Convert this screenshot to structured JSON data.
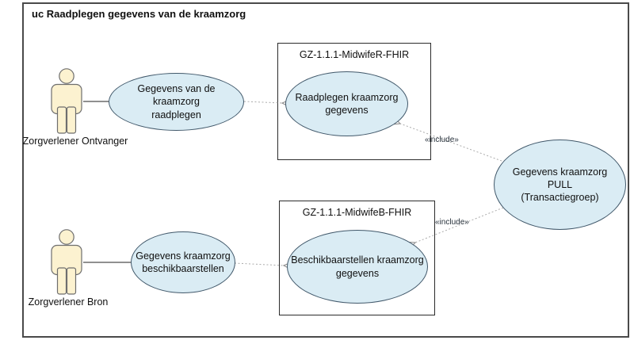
{
  "frame": {
    "title": "uc Raadplegen gegevens van de kraamzorg"
  },
  "actors": {
    "ontvanger": {
      "label": "Zorgverlener Ontvanger"
    },
    "bron": {
      "label": "Zorgverlener Bron"
    }
  },
  "systems": {
    "midwifer": {
      "title": "GZ-1.1.1-MidwifeR-FHIR"
    },
    "midwifeb": {
      "title": "GZ-1.1.1-MidwifeB-FHIR"
    }
  },
  "usecases": {
    "raadplegen_trigger": {
      "lines": [
        "Gegevens van de",
        "kraamzorg",
        "raadplegen"
      ]
    },
    "raadplegen": {
      "lines": [
        "Raadplegen kraamzorg",
        "gegevens"
      ]
    },
    "pull": {
      "lines": [
        "Gegevens kraamzorg",
        "PULL",
        "(Transactiegroep)"
      ]
    },
    "beschikbaarstellen_trigger": {
      "lines": [
        "Gegevens kraamzorg",
        "beschikbaarstellen"
      ]
    },
    "beschikbaarstellen": {
      "lines": [
        "Beschikbaarstellen kraamzorg",
        "gegevens"
      ]
    }
  },
  "connectors": {
    "include_top": {
      "label": "«include»"
    },
    "include_bottom": {
      "label": "«include»"
    }
  },
  "colors": {
    "usecase_fill": "#daecf4",
    "usecase_border": "#41586a",
    "actor_fill": "#fcf2d0",
    "actor_border": "#6e6e6e",
    "frame_border": "#4a4a4a",
    "system_border": "#2b2b2b",
    "dashed_connector": "#ababab",
    "solid_connector": "#4d4d4d"
  }
}
